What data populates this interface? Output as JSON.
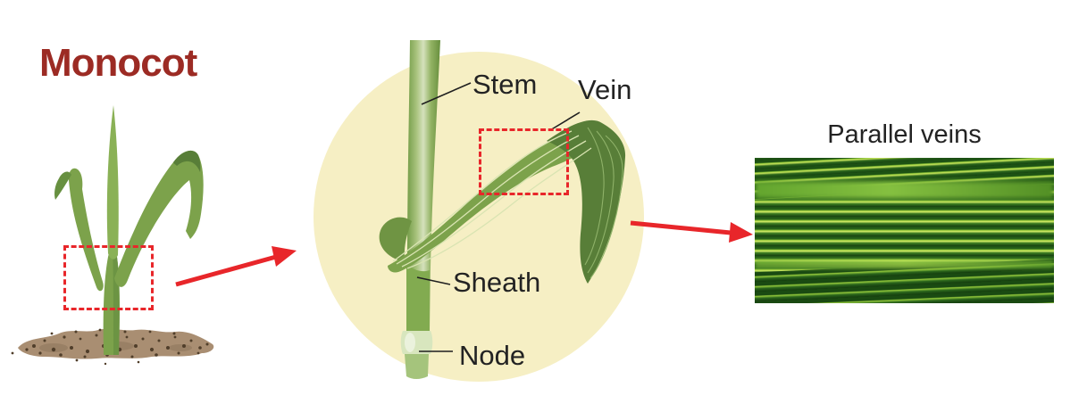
{
  "title": {
    "text": "Monocot"
  },
  "labels": {
    "stem": "Stem",
    "vein": "Vein",
    "sheath": "Sheath",
    "node": "Node"
  },
  "photo": {
    "caption": "Parallel veins"
  },
  "colors": {
    "title_red": "#9C2B24",
    "accent_red": "#E8262A",
    "circle_fill": "#F6EFC4",
    "leaf_green": "#7CA24B",
    "leaf_dark_green": "#587E38",
    "leaf_light_green": "#9DBE72",
    "vein_line": "#D9E4B2",
    "node_fill": "#D8E6BE",
    "soil_brown": "#A98E72",
    "photo_dark_green": "#1A4A12",
    "photo_bright_green": "#C8E55C",
    "label_black": "#232323",
    "background": "#FFFFFF"
  }
}
